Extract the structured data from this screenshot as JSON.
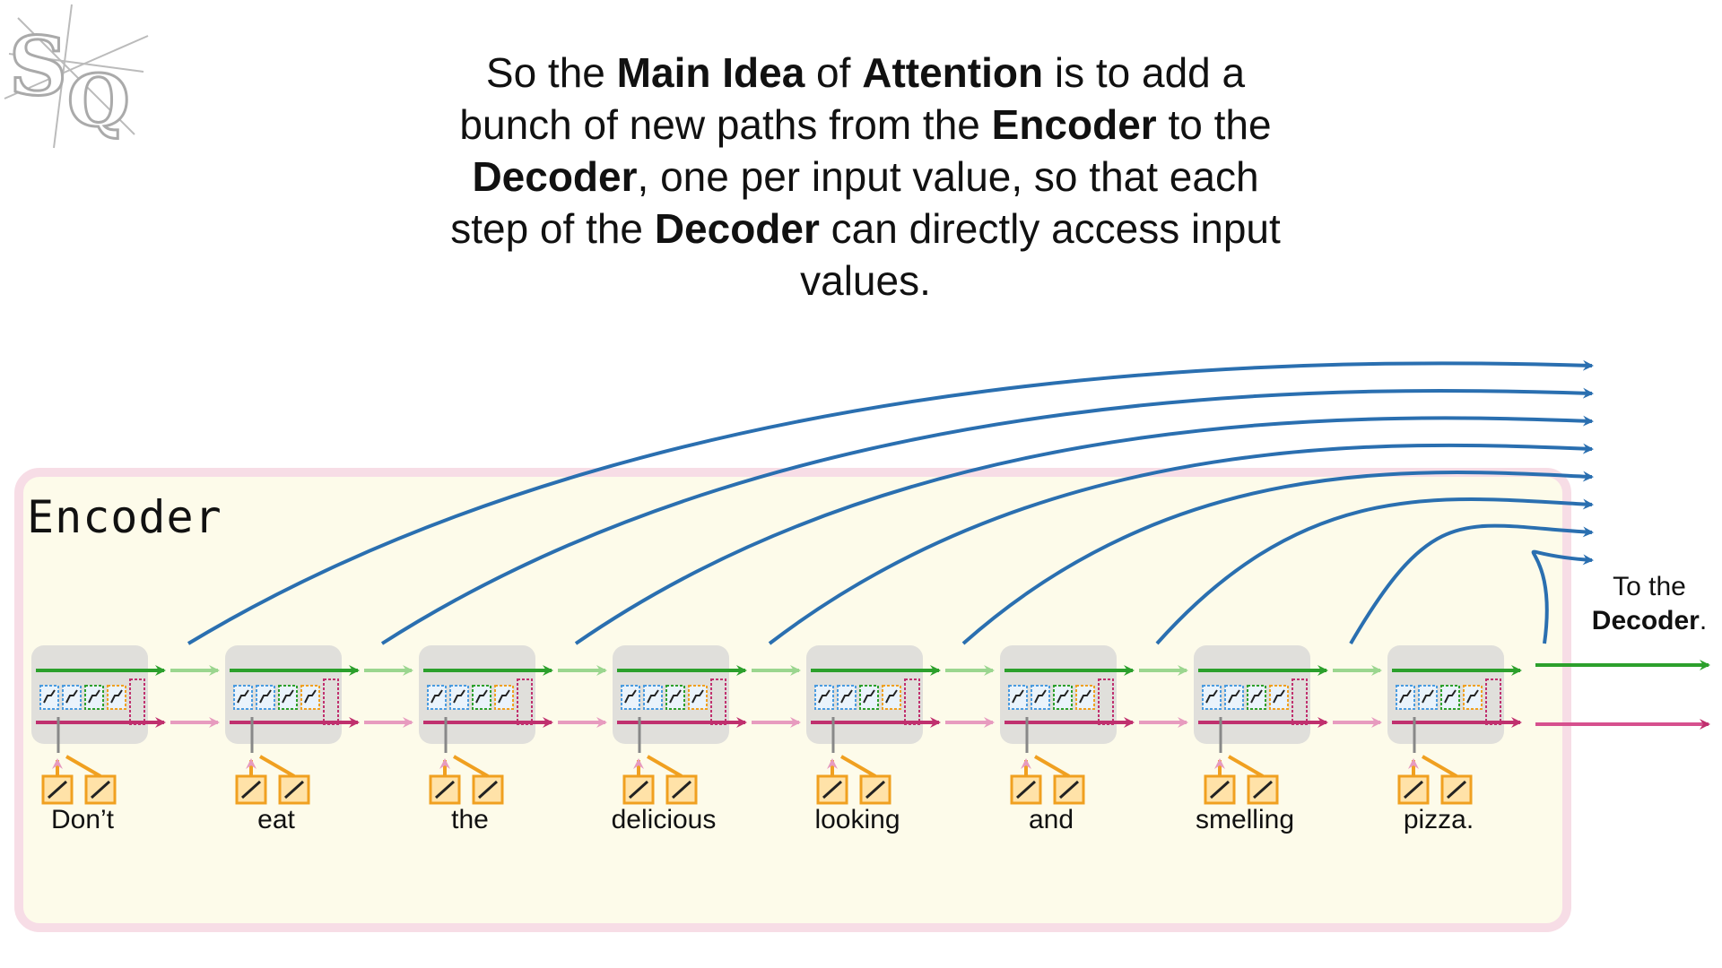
{
  "title": {
    "parts": [
      {
        "text": "So the ",
        "bold": false
      },
      {
        "text": "Main Idea",
        "bold": true
      },
      {
        "text": " of ",
        "bold": false
      },
      {
        "text": "Attention",
        "bold": true
      },
      {
        "text": " is to add a bunch of new paths from the ",
        "bold": false
      },
      {
        "text": "Encoder",
        "bold": true
      },
      {
        "text": " to the ",
        "bold": false
      },
      {
        "text": "Decoder",
        "bold": true
      },
      {
        "text": ", one per input value, so that each step of the ",
        "bold": false
      },
      {
        "text": "Decoder",
        "bold": true
      },
      {
        "text": " can directly access input values.",
        "bold": false
      }
    ]
  },
  "encoder": {
    "label": "Encoder"
  },
  "inputs": [
    "Don’t",
    "eat",
    "the",
    "delicious",
    "looking",
    "and",
    "smelling",
    "pizza."
  ],
  "to_decoder": {
    "line1": "To the",
    "line2": "Decoder",
    "punct": "."
  },
  "colors": {
    "attention_path": "#2a6fb0",
    "short_term": "#2ca02c",
    "long_term": "#c0306e",
    "lstm_unit": "#d6d6d6",
    "embedding": "#f0a020",
    "encoder_fill": "#fdfbea",
    "encoder_border": "#f7dde6"
  }
}
